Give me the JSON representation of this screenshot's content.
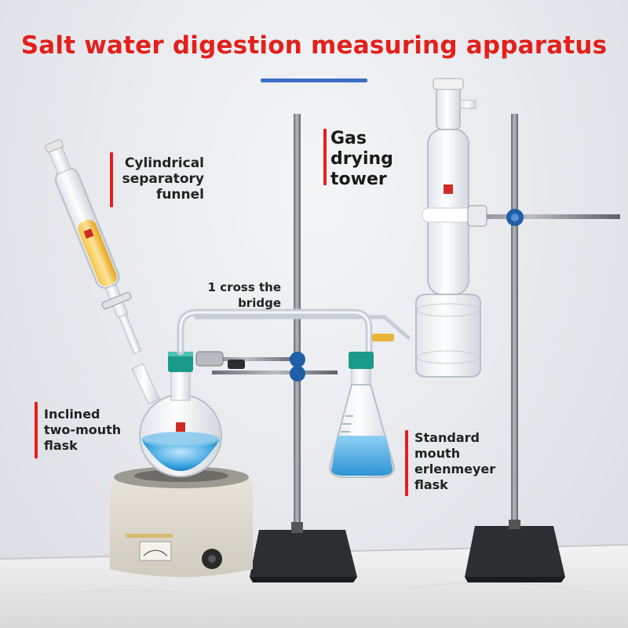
{
  "title": "Salt water digestion measuring apparatus",
  "labels": {
    "separatory_funnel": "Cylindrical\nseparatory\nfunnel",
    "gas_drying_tower": "Gas\ndrying\ntower",
    "cross_bridge": "1 cross the\nbridge",
    "two_mouth_flask": "Inclined\ntwo-mouth\nflask",
    "erlenmeyer_flask": "Standard\nmouth\nerlenmeyer\nflask"
  },
  "colors": {
    "title": "#e3201b",
    "accent_bar": "#e3201b",
    "underline": "#3d6fc4",
    "liquid_blue": "#3fa7e0",
    "liquid_amber": "#f0b020",
    "clamp_teal": "#1a9a8a"
  }
}
